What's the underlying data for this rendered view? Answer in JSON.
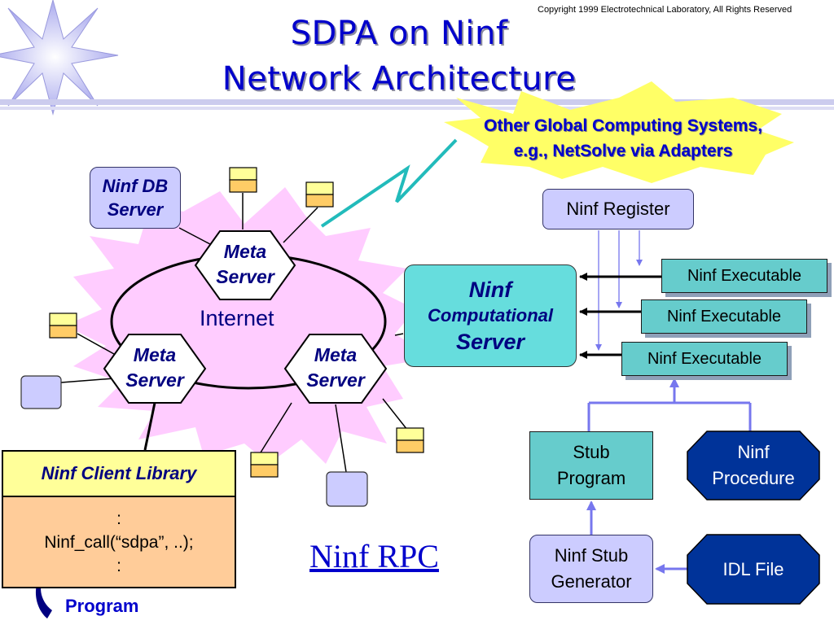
{
  "copyright": "Copyright 1999 Electrotechnical Laboratory, All Rights Reserved",
  "title": {
    "line1": "SDPA on Ninf",
    "line2": "Network Architecture"
  },
  "adapters": {
    "line1": "Other Global Computing Systems,",
    "line2": "e.g., NetSolve via Adapters"
  },
  "db_server": {
    "line1": "Ninf DB",
    "line2": "Server"
  },
  "internet": "Internet",
  "meta_servers": [
    {
      "line1": "Meta",
      "line2": "Server"
    },
    {
      "line1": "Meta",
      "line2": "Server"
    },
    {
      "line1": "Meta",
      "line2": "Server"
    }
  ],
  "client_library": {
    "header": "Ninf Client Library",
    "code": [
      ":",
      "Ninf_call(“sdpa”, ..);",
      ":"
    ]
  },
  "program_label": "Program",
  "rpc_label": "Ninf RPC",
  "computational_server": {
    "line1": "Ninf",
    "line2": "Computational",
    "line3": "Server"
  },
  "register": "Ninf Register",
  "executables": [
    "Ninf Executable",
    "Ninf Executable",
    "Ninf Executable"
  ],
  "stub_program": {
    "line1": "Stub",
    "line2": "Program"
  },
  "ninf_procedure": {
    "line1": "Ninf",
    "line2": "Procedure"
  },
  "stub_generator": {
    "line1": "Ninf Stub",
    "line2": "Generator"
  },
  "idl_file": "IDL File",
  "colors": {
    "title_blue": "#0000cc",
    "navy_text": "#000080",
    "burst_pink": "#ffccff",
    "star_yellow": "#ffff66",
    "lavender": "#ccccff",
    "cyan_box": "#66cccc",
    "light_cyan": "#66dddd",
    "octagon_blue": "#003399",
    "client_yellow": "#ffff99",
    "client_orange": "#ffcc99",
    "lightning": "#22bbbb",
    "arrow_purple": "#7777ee"
  }
}
